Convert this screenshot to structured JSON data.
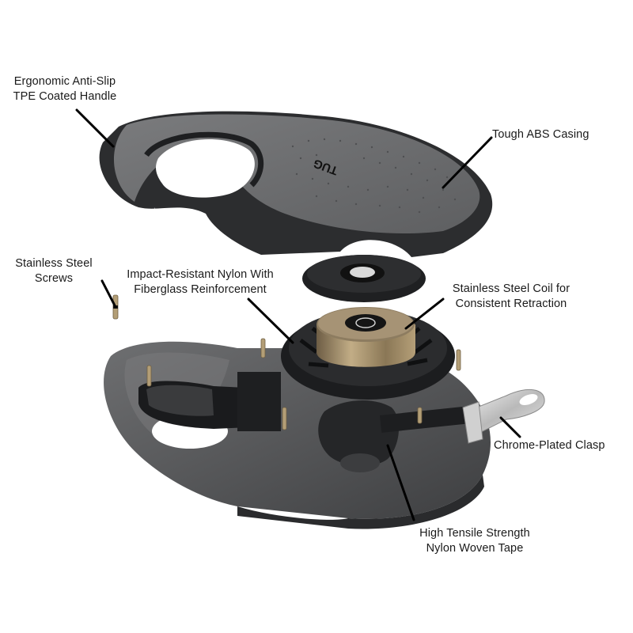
{
  "diagram": {
    "type": "exploded-product-view",
    "subject": "retractable dog leash",
    "brand_mark": "TUG",
    "colors": {
      "background": "#ffffff",
      "casing_top": "#6b6c6e",
      "casing_rim": "#2c2d2f",
      "base_shell": "#5a5b5d",
      "coil_bronze": "#9c8866",
      "leader_line": "#000000",
      "text": "#1a1a1a"
    }
  },
  "callouts": [
    {
      "id": "handle",
      "line1": "Ergonomic Anti-Slip",
      "line2": "TPE Coated Handle"
    },
    {
      "id": "casing",
      "line1": "Tough ABS Casing",
      "line2": ""
    },
    {
      "id": "screws",
      "line1": "Stainless Steel",
      "line2": "Screws"
    },
    {
      "id": "nylon",
      "line1": "Impact-Resistant Nylon With",
      "line2": "Fiberglass Reinforcement"
    },
    {
      "id": "coil",
      "line1": "Stainless Steel Coil for",
      "line2": "Consistent Retraction"
    },
    {
      "id": "clasp",
      "line1": "Chrome-Plated Clasp",
      "line2": ""
    },
    {
      "id": "tape",
      "line1": "High Tensile Strength",
      "line2": "Nylon Woven Tape"
    }
  ]
}
